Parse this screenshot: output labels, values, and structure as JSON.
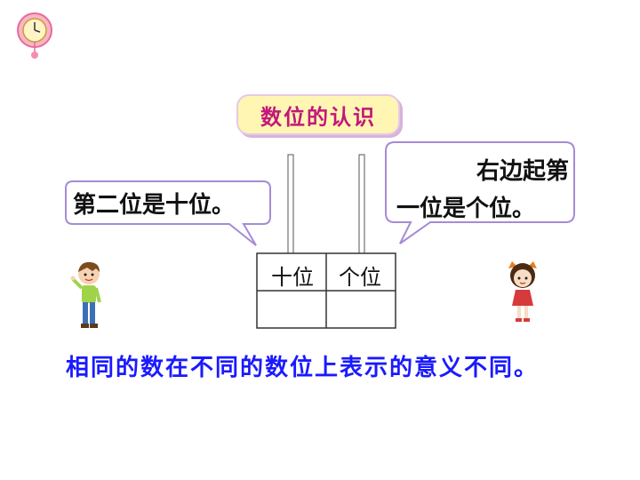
{
  "title": "数位的认识",
  "left_bubble": {
    "text": "第二位是十位。"
  },
  "right_bubble": {
    "line1": "右边起第",
    "line2": "一位是个位。"
  },
  "place_table": {
    "tens_label": "十位",
    "ones_label": "个位"
  },
  "conclusion": "相同的数在不同的数位上表示的意义不同。",
  "colors": {
    "title_text": "#c2177a",
    "title_bg": "#fff6b3",
    "conclusion_text": "#1a1aff",
    "bubble_border": "#a58bd6"
  },
  "icons": [
    "clock-icon",
    "boy-figure",
    "girl-figure"
  ]
}
